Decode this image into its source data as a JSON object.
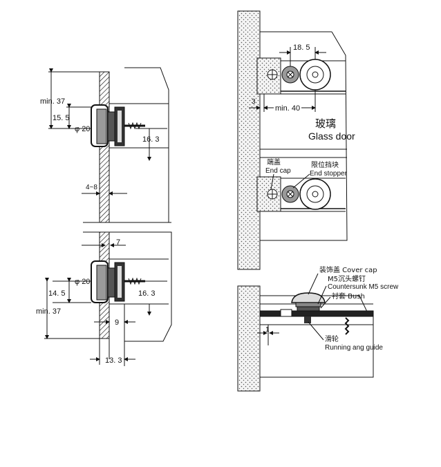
{
  "left_view": {
    "dims": {
      "min37_top": "min. 37",
      "d155": "15. 5",
      "phi20_top": "φ 20",
      "d163_top": "16. 3",
      "gap": "4~8",
      "d7": "7",
      "phi20_bottom": "φ 20",
      "d145": "14. 5",
      "d163_bottom": "16. 3",
      "min37_bottom": "min. 37",
      "d9": "9",
      "d133": "13. 3"
    }
  },
  "top_right_view": {
    "dims": {
      "d185": "18. 5",
      "d3": "3",
      "min40": "min. 40"
    },
    "glass_door_cn": "玻璃",
    "glass_door_en": "Glass door",
    "end_cap_cn": "端盖",
    "end_cap_en": "End cap",
    "end_stopper_cn": "限位挡块",
    "end_stopper_en": "End stopper"
  },
  "bottom_right_view": {
    "cover_cap": "装饰盖 Cover cap",
    "screw_cn": "M5沉头螺钉",
    "screw_en": "Countersunk M5 screw",
    "bush": "衬套  Bush",
    "d1": "1",
    "guide_cn": "滑轮",
    "guide_en": "Running ang guide"
  },
  "colors": {
    "ink": "#111111",
    "wall_fill": "#f2f2f2",
    "dark_part": "#333333",
    "mid_part": "#9a9a9a"
  }
}
